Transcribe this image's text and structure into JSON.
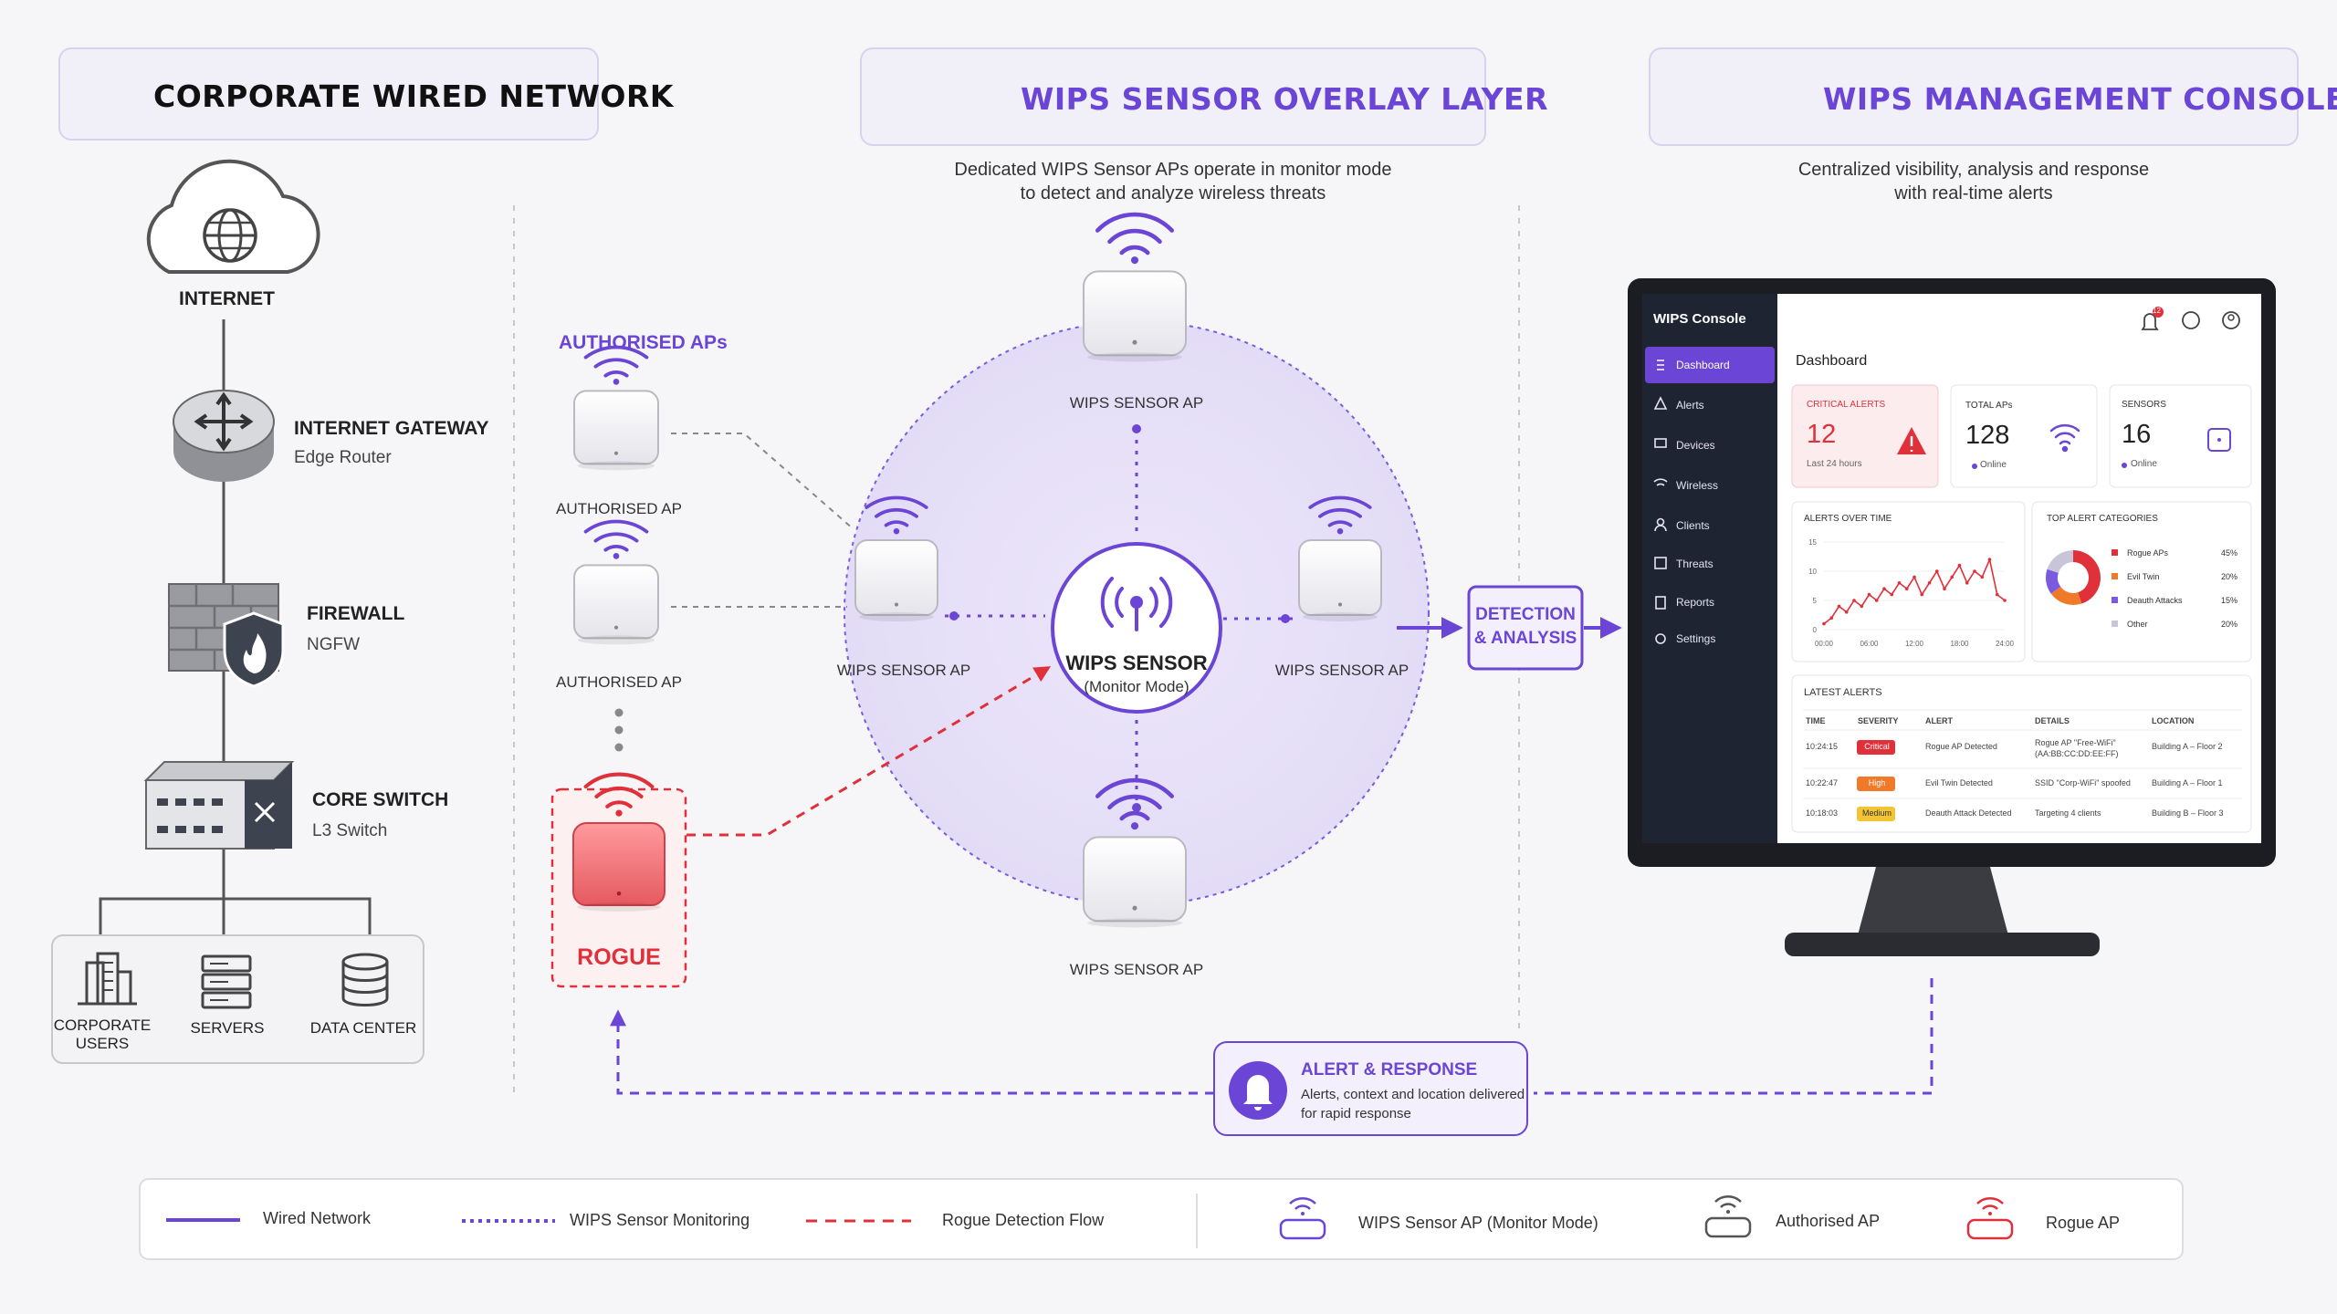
{
  "colors": {
    "accent": "#6a45d6",
    "rogue": "#e0303a",
    "dark": "#1f2433",
    "line": "#555555"
  },
  "sections": {
    "wired": {
      "title": "CORPORATE WIRED NETWORK",
      "icon": "building-icon"
    },
    "sensor": {
      "title": "WIPS SENSOR OVERLAY LAYER",
      "icon": "antenna-icon",
      "subtitle_1": "Dedicated WIPS Sensor APs operate in monitor mode",
      "subtitle_2": "to detect and analyze wireless threats"
    },
    "console": {
      "title": "WIPS MANAGEMENT CONSOLE",
      "icon": "monitor-icon",
      "subtitle_1": "Centralized visibility, analysis and response",
      "subtitle_2": "with real-time alerts"
    }
  },
  "wired_nodes": {
    "internet": "INTERNET",
    "gateway": {
      "title": "INTERNET GATEWAY",
      "subtitle": "Edge Router"
    },
    "firewall": {
      "title": "FIREWALL",
      "subtitle": "NGFW"
    },
    "core_switch": {
      "title": "CORE SWITCH",
      "subtitle": "L3 Switch"
    },
    "endpoints": {
      "users_1": "CORPORATE",
      "users_2": "USERS",
      "servers": "SERVERS",
      "datacenter": "DATA CENTER"
    }
  },
  "sensor_layer": {
    "authorised_heading": "AUTHORISED APs",
    "authorised_ap": "AUTHORISED AP",
    "sensor_ap": "WIPS SENSOR AP",
    "center_title": "WIPS SENSOR",
    "center_subtitle": "(Monitor Mode)",
    "rogue": "ROGUE",
    "detection_1": "DETECTION",
    "detection_2": "& ANALYSIS"
  },
  "console_ui": {
    "brand": "WIPS Console",
    "notification_count": "12",
    "nav": [
      "Dashboard",
      "Alerts",
      "Devices",
      "Wireless",
      "Clients",
      "Threats",
      "Reports",
      "Settings"
    ],
    "page_title": "Dashboard",
    "critical": {
      "label": "CRITICAL ALERTS",
      "value": "12",
      "note": "Last 24 hours"
    },
    "total_aps": {
      "label": "TOTAL APs",
      "value": "128",
      "note": "Online"
    },
    "sensors": {
      "label": "SENSORS",
      "value": "16",
      "note": "Online"
    },
    "alerts_over_time": "ALERTS OVER TIME",
    "top_categories": "TOP ALERT CATEGORIES",
    "latest_alerts": "LATEST ALERTS",
    "table_headers": [
      "TIME",
      "SEVERITY",
      "ALERT",
      "DETAILS",
      "LOCATION"
    ],
    "table_rows": [
      {
        "time": "10:24:15",
        "severity": "Critical",
        "alert": "Rogue AP Detected",
        "details_1": "Rogue AP \"Free-WiFi\"",
        "details_2": "(AA:BB:CC:DD:EE:FF)",
        "location": "Building A – Floor 2"
      },
      {
        "time": "10:22:47",
        "severity": "High",
        "alert": "Evil Twin Detected",
        "details_1": "SSID \"Corp-WiFi\" spoofed",
        "details_2": "",
        "location": "Building A – Floor 1"
      },
      {
        "time": "10:18:03",
        "severity": "Medium",
        "alert": "Deauth Attack Detected",
        "details_1": "Targeting 4 clients",
        "details_2": "",
        "location": "Building B – Floor 3"
      }
    ]
  },
  "chart_data": [
    {
      "type": "line",
      "title": "ALERTS OVER TIME",
      "x_ticks": [
        "00:00",
        "06:00",
        "12:00",
        "18:00",
        "24:00"
      ],
      "y_ticks": [
        0,
        5,
        10,
        15
      ],
      "ylim": [
        0,
        15
      ],
      "values": [
        1,
        2,
        4,
        3,
        5,
        4,
        6,
        5,
        7,
        6,
        8,
        7,
        9,
        6,
        8,
        10,
        7,
        9,
        11,
        8,
        10,
        9,
        12,
        6,
        5
      ]
    },
    {
      "type": "pie",
      "title": "TOP ALERT CATEGORIES",
      "slices": [
        {
          "label": "Rogue APs",
          "value": 45,
          "display": "45%",
          "color": "#e0303a"
        },
        {
          "label": "Evil Twin",
          "value": 20,
          "display": "20%",
          "color": "#f07a2a"
        },
        {
          "label": "Deauth Attacks",
          "value": 15,
          "display": "15%",
          "color": "#7a5be0"
        },
        {
          "label": "Other",
          "value": 20,
          "display": "20%",
          "color": "#c9c4d8"
        }
      ]
    }
  ],
  "alert_response": {
    "title": "ALERT & RESPONSE",
    "line_1": "Alerts, context and location delivered",
    "line_2": "for rapid response"
  },
  "legend": {
    "wired": "Wired Network",
    "sensor_monitoring": "WIPS Sensor Monitoring",
    "rogue_flow": "Rogue Detection Flow",
    "sensor_ap": "WIPS Sensor AP (Monitor Mode)",
    "authorised_ap": "Authorised AP",
    "rogue_ap": "Rogue AP"
  }
}
